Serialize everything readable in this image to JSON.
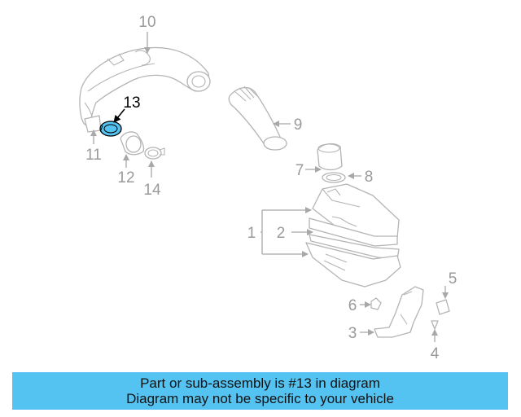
{
  "diagram": {
    "highlight_color": "#55c3f2",
    "labels": {
      "n1": "1",
      "n2": "2",
      "n3": "3",
      "n4": "4",
      "n5": "5",
      "n6": "6",
      "n7": "7",
      "n8": "8",
      "n9": "9",
      "n10": "10",
      "n11": "11",
      "n12": "12",
      "n13": "13",
      "n14": "14"
    }
  },
  "banner": {
    "line1": "Part or sub-assembly is #13 in diagram",
    "line2": "Diagram may not be specific to your vehicle",
    "color": "#55c3f2"
  }
}
